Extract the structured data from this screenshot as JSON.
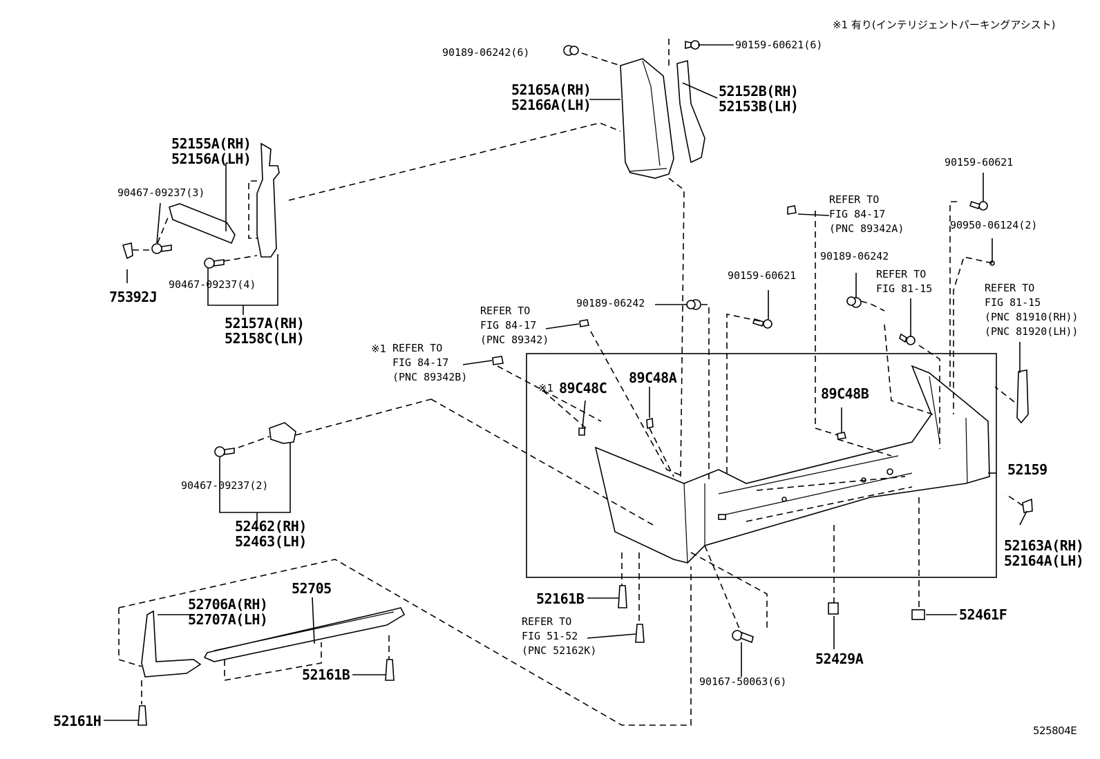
{
  "diagram_id": "525804E",
  "note_top": "※1 有り(インテリジェントパーキングアシスト)",
  "labels": {
    "p1": "90189-06242(6)",
    "p2": "90159-60621(6)",
    "p3a": "52165A(RH)",
    "p3b": "52166A(LH)",
    "p4a": "52152B(RH)",
    "p4b": "52153B(LH)",
    "p5a": "52155A(RH)",
    "p5b": "52156A(LH)",
    "p6": "90467-09237(3)",
    "p7": "75392J",
    "p8": "90467-09237(4)",
    "p9a": "52157A(RH)",
    "p9b": "52158C(LH)",
    "p10": "90159-60621",
    "p11": "90950-06124(2)",
    "r1a": "REFER TO",
    "r1b": "FIG 84-17",
    "r1c": "(PNC 89342A)",
    "p12": "90189-06242",
    "r2a": "REFER TO",
    "r2b": "FIG 81-15",
    "p13": "90159-60621",
    "p14": "90189-06242",
    "r3a": "REFER TO",
    "r3b": "FIG 81-15",
    "r3c": "(PNC 81910(RH))",
    "r3d": "(PNC 81920(LH))",
    "r4a": "REFER TO",
    "r4b": "FIG 84-17",
    "r4c": "(PNC 89342)",
    "r5mark": "※1",
    "r5a": "REFER TO",
    "r5b": "FIG 84-17",
    "r5c": "(PNC 89342B)",
    "s1mark": "※1",
    "s1": "89C48C",
    "s2": "89C48A",
    "s3": "89C48B",
    "p15": "52159",
    "p16": "90467-09237(2)",
    "p17a": "52462(RH)",
    "p17b": "52463(LH)",
    "p18a": "52163A(RH)",
    "p18b": "52164A(LH)",
    "p19": "52705",
    "p20a": "52706A(RH)",
    "p20b": "52707A(LH)",
    "p21": "52161B",
    "r6a": "REFER TO",
    "r6b": "FIG 51-52",
    "r6c": "(PNC 52162K)",
    "p22": "52161B",
    "p23": "52161H",
    "p24": "90167-50063(6)",
    "p25": "52429A",
    "p26": "52461F"
  }
}
